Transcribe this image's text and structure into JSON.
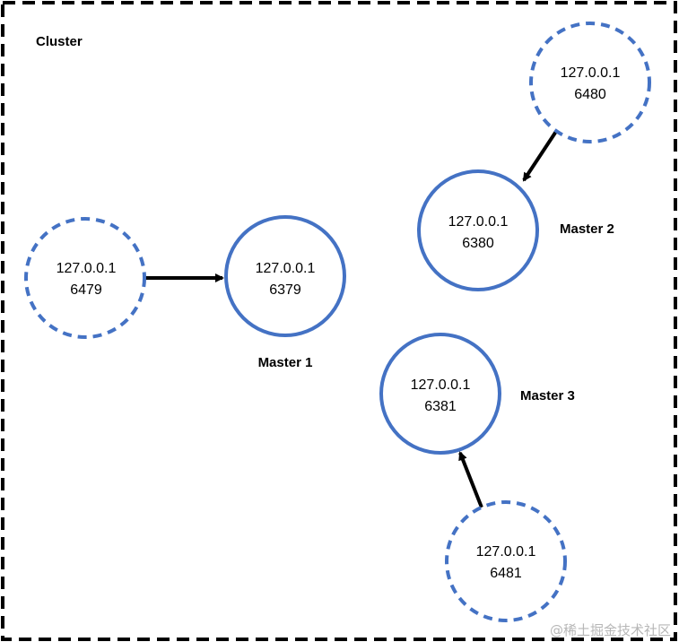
{
  "diagram": {
    "title": "Cluster",
    "watermark": "@稀土掘金技术社区",
    "colors": {
      "node_stroke": "#4472C4",
      "arrow": "#000000",
      "border": "#000000"
    },
    "nodes": [
      {
        "id": "m1",
        "ip": "127.0.0.1",
        "port": "6379",
        "role": "master",
        "label": "Master 1"
      },
      {
        "id": "m2",
        "ip": "127.0.0.1",
        "port": "6380",
        "role": "master",
        "label": "Master 2"
      },
      {
        "id": "m3",
        "ip": "127.0.0.1",
        "port": "6381",
        "role": "master",
        "label": "Master 3"
      },
      {
        "id": "s1",
        "ip": "127.0.0.1",
        "port": "6479",
        "role": "slave",
        "replicates": "m1"
      },
      {
        "id": "s2",
        "ip": "127.0.0.1",
        "port": "6480",
        "role": "slave",
        "replicates": "m2"
      },
      {
        "id": "s3",
        "ip": "127.0.0.1",
        "port": "6481",
        "role": "slave",
        "replicates": "m3"
      }
    ]
  }
}
